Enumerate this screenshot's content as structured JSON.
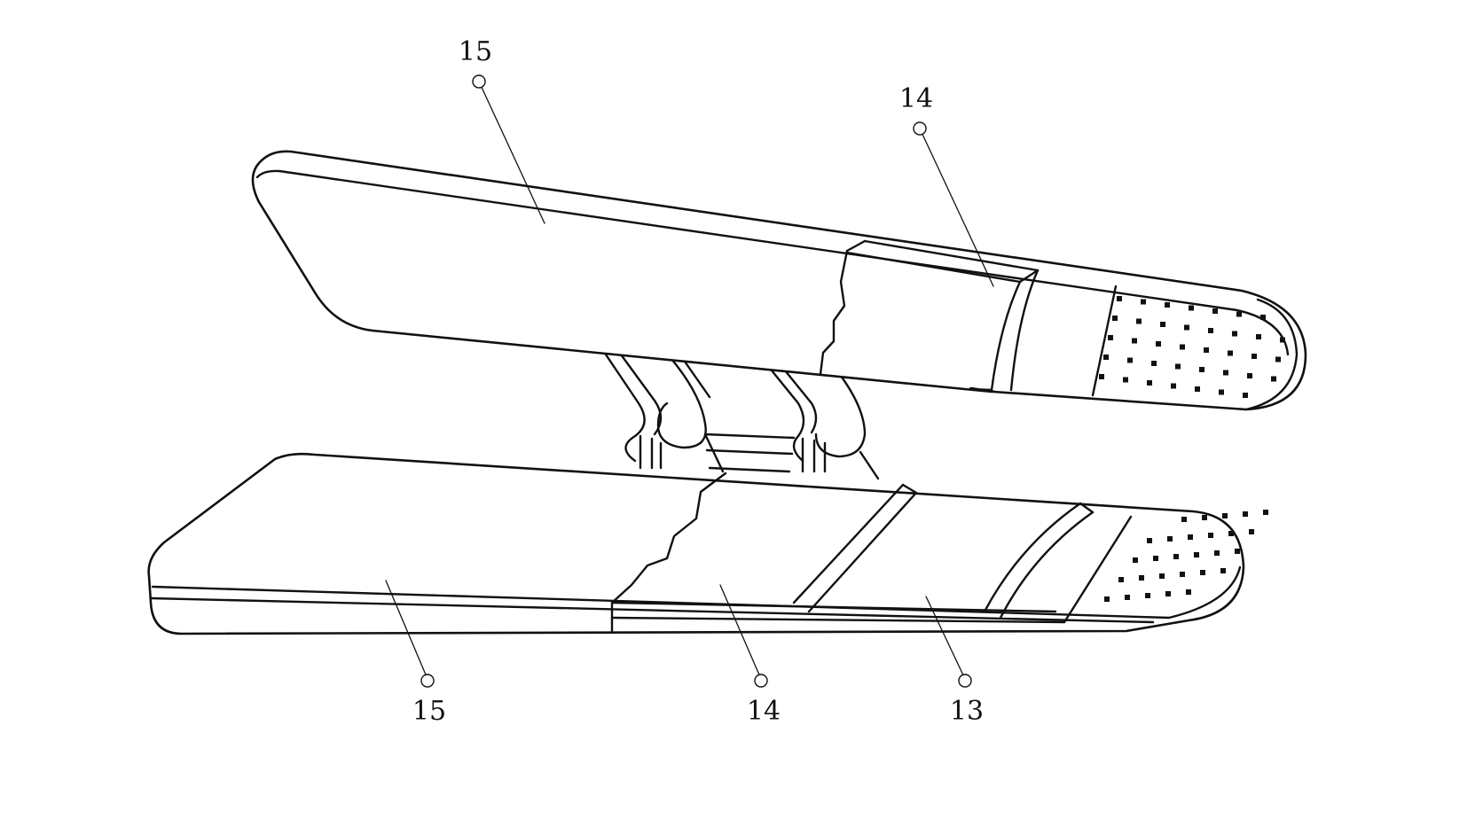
{
  "figure": {
    "reference_numerals": {
      "top_left": "15",
      "top_right": "14",
      "bottom_left": "15",
      "bottom_middle": "14",
      "bottom_right": "13"
    }
  },
  "colors": {
    "ink": "#111111",
    "paper": "#ffffff"
  }
}
